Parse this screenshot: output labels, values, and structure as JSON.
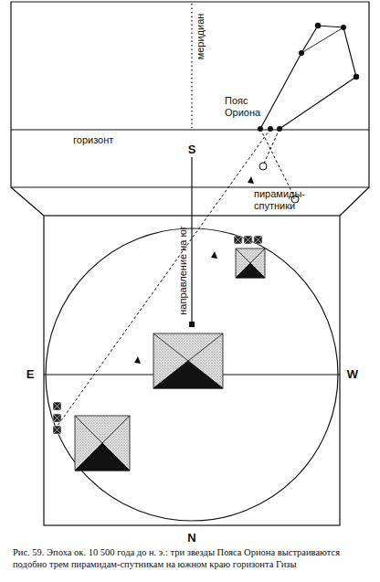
{
  "diagram": {
    "caption": "Рис. 59. Эпоха ок. 10 500 года до н. э.: три звезды Пояса Ориона выстраиваются подобно трем пирамидам-спутникам на южном краю горизонта Гизы",
    "labels": [
      "меридиан",
      "Пояс Ориона",
      "горизонт",
      "S",
      "пирамиды-спутники",
      "направление на юг",
      "E",
      "W",
      "N"
    ]
  }
}
